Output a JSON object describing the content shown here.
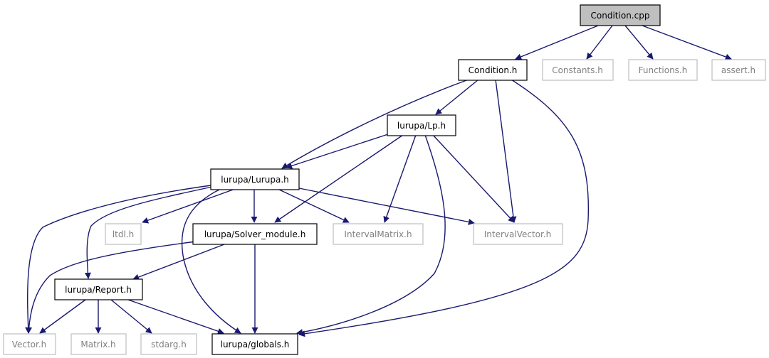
{
  "graph": {
    "title": "Condition.cpp include dependency graph",
    "colors": {
      "edge": "#191970",
      "root_fill": "#bfbfbf",
      "documented_border": "#000000",
      "external_border": "#bfbfbf",
      "external_text": "#808080"
    },
    "nodes": [
      {
        "id": "condition_cpp",
        "label": "Condition.cpp",
        "kind": "root"
      },
      {
        "id": "condition_h",
        "label": "Condition.h",
        "kind": "documented"
      },
      {
        "id": "constants_h",
        "label": "Constants.h",
        "kind": "external"
      },
      {
        "id": "functions_h",
        "label": "Functions.h",
        "kind": "external"
      },
      {
        "id": "assert_h",
        "label": "assert.h",
        "kind": "external"
      },
      {
        "id": "lp_h",
        "label": "lurupa/Lp.h",
        "kind": "documented"
      },
      {
        "id": "lurupa_h",
        "label": "lurupa/Lurupa.h",
        "kind": "documented"
      },
      {
        "id": "ltdl_h",
        "label": "ltdl.h",
        "kind": "external"
      },
      {
        "id": "solver_module_h",
        "label": "lurupa/Solver_module.h",
        "kind": "documented"
      },
      {
        "id": "intervalmatrix_h",
        "label": "IntervalMatrix.h",
        "kind": "external"
      },
      {
        "id": "intervalvector_h",
        "label": "IntervalVector.h",
        "kind": "external"
      },
      {
        "id": "report_h",
        "label": "lurupa/Report.h",
        "kind": "documented"
      },
      {
        "id": "vector_h",
        "label": "Vector.h",
        "kind": "external"
      },
      {
        "id": "matrix_h",
        "label": "Matrix.h",
        "kind": "external"
      },
      {
        "id": "stdarg_h",
        "label": "stdarg.h",
        "kind": "external"
      },
      {
        "id": "globals_h",
        "label": "lurupa/globals.h",
        "kind": "documented"
      }
    ],
    "edges": [
      {
        "from": "condition_cpp",
        "to": "condition_h"
      },
      {
        "from": "condition_cpp",
        "to": "constants_h"
      },
      {
        "from": "condition_cpp",
        "to": "functions_h"
      },
      {
        "from": "condition_cpp",
        "to": "assert_h"
      },
      {
        "from": "condition_h",
        "to": "lp_h"
      },
      {
        "from": "condition_h",
        "to": "lurupa_h"
      },
      {
        "from": "condition_h",
        "to": "intervalvector_h"
      },
      {
        "from": "condition_h",
        "to": "globals_h"
      },
      {
        "from": "lp_h",
        "to": "lurupa_h"
      },
      {
        "from": "lp_h",
        "to": "solver_module_h"
      },
      {
        "from": "lp_h",
        "to": "intervalmatrix_h"
      },
      {
        "from": "lp_h",
        "to": "intervalvector_h"
      },
      {
        "from": "lp_h",
        "to": "globals_h"
      },
      {
        "from": "lurupa_h",
        "to": "ltdl_h"
      },
      {
        "from": "lurupa_h",
        "to": "solver_module_h"
      },
      {
        "from": "lurupa_h",
        "to": "intervalmatrix_h"
      },
      {
        "from": "lurupa_h",
        "to": "intervalvector_h"
      },
      {
        "from": "lurupa_h",
        "to": "report_h"
      },
      {
        "from": "lurupa_h",
        "to": "vector_h"
      },
      {
        "from": "lurupa_h",
        "to": "globals_h"
      },
      {
        "from": "solver_module_h",
        "to": "report_h"
      },
      {
        "from": "solver_module_h",
        "to": "vector_h"
      },
      {
        "from": "solver_module_h",
        "to": "globals_h"
      },
      {
        "from": "report_h",
        "to": "vector_h"
      },
      {
        "from": "report_h",
        "to": "matrix_h"
      },
      {
        "from": "report_h",
        "to": "stdarg_h"
      },
      {
        "from": "report_h",
        "to": "globals_h"
      }
    ]
  }
}
